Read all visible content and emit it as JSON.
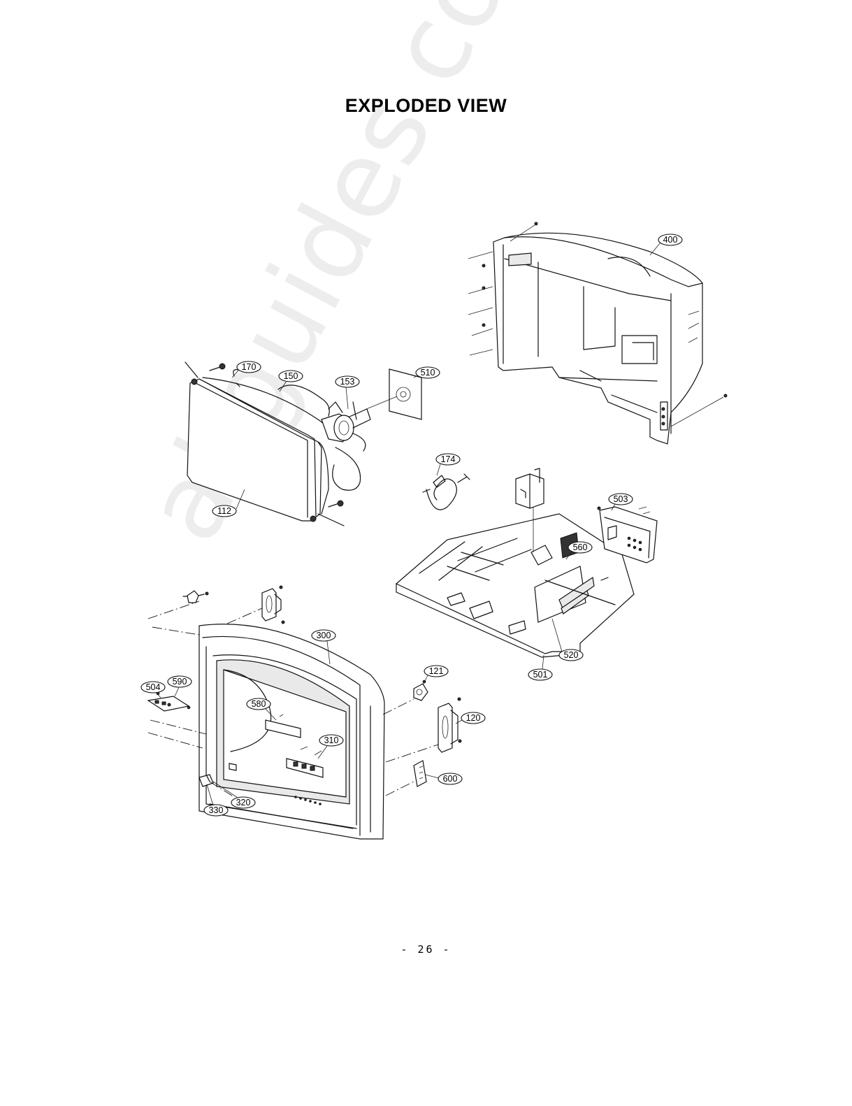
{
  "page": {
    "title": "EXPLODED VIEW",
    "page_number": "- 26 -",
    "watermark": "allguides.com"
  },
  "parts": [
    {
      "id": "400"
    },
    {
      "id": "170"
    },
    {
      "id": "150"
    },
    {
      "id": "153"
    },
    {
      "id": "510"
    },
    {
      "id": "174"
    },
    {
      "id": "112"
    },
    {
      "id": "503"
    },
    {
      "id": "560"
    },
    {
      "id": "300"
    },
    {
      "id": "520"
    },
    {
      "id": "501"
    },
    {
      "id": "121"
    },
    {
      "id": "504"
    },
    {
      "id": "590"
    },
    {
      "id": "580"
    },
    {
      "id": "120"
    },
    {
      "id": "310"
    },
    {
      "id": "600"
    },
    {
      "id": "320"
    },
    {
      "id": "330"
    }
  ]
}
